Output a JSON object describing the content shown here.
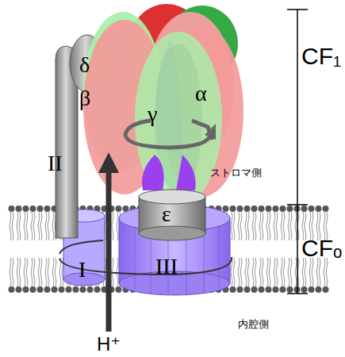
{
  "diagram": {
    "labels": [
      "δ",
      "β",
      "α",
      "γ",
      "II",
      "I",
      "III",
      "ε",
      "CF₁",
      "CFₒ",
      "ストロマ側",
      "内腔側",
      "H⁺"
    ]
  }
}
